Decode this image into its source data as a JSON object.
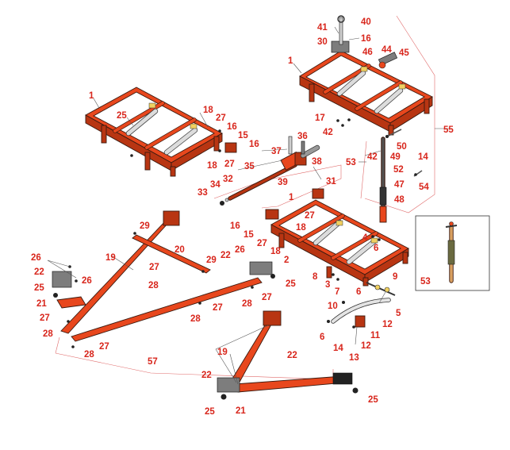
{
  "diagram": {
    "inset_label": "53",
    "callouts": [
      {
        "id": "c40",
        "text": "40"
      },
      {
        "id": "c41",
        "text": "41"
      },
      {
        "id": "c16a",
        "text": "16"
      },
      {
        "id": "c30",
        "text": "30"
      },
      {
        "id": "c46",
        "text": "46"
      },
      {
        "id": "c44",
        "text": "44"
      },
      {
        "id": "c45",
        "text": "45"
      },
      {
        "id": "c1a",
        "text": "1"
      },
      {
        "id": "c17",
        "text": "17"
      },
      {
        "id": "c42a",
        "text": "42"
      },
      {
        "id": "c55",
        "text": "55"
      },
      {
        "id": "c50",
        "text": "50"
      },
      {
        "id": "c42b",
        "text": "42"
      },
      {
        "id": "c49",
        "text": "49"
      },
      {
        "id": "c53",
        "text": "53"
      },
      {
        "id": "c52",
        "text": "52"
      },
      {
        "id": "c14a",
        "text": "14"
      },
      {
        "id": "c54",
        "text": "54"
      },
      {
        "id": "c47",
        "text": "47"
      },
      {
        "id": "c48",
        "text": "48"
      },
      {
        "id": "c1b",
        "text": "1"
      },
      {
        "id": "c25a",
        "text": "25"
      },
      {
        "id": "c18a",
        "text": "18"
      },
      {
        "id": "c27a",
        "text": "27"
      },
      {
        "id": "c16b",
        "text": "16"
      },
      {
        "id": "c15a",
        "text": "15"
      },
      {
        "id": "c16c",
        "text": "16"
      },
      {
        "id": "c18b",
        "text": "18"
      },
      {
        "id": "c27b",
        "text": "27"
      },
      {
        "id": "c36",
        "text": "36"
      },
      {
        "id": "c37",
        "text": "37"
      },
      {
        "id": "c38",
        "text": "38"
      },
      {
        "id": "c35",
        "text": "35"
      },
      {
        "id": "c39",
        "text": "39"
      },
      {
        "id": "c31",
        "text": "31"
      },
      {
        "id": "c32",
        "text": "32"
      },
      {
        "id": "c34",
        "text": "34"
      },
      {
        "id": "c33",
        "text": "33"
      },
      {
        "id": "c1c",
        "text": "1"
      },
      {
        "id": "c27c",
        "text": "27"
      },
      {
        "id": "c16d",
        "text": "16"
      },
      {
        "id": "c18c",
        "text": "18"
      },
      {
        "id": "c15b",
        "text": "15"
      },
      {
        "id": "c4",
        "text": "4"
      },
      {
        "id": "c6a",
        "text": "6"
      },
      {
        "id": "c27d",
        "text": "27"
      },
      {
        "id": "c18d",
        "text": "18"
      },
      {
        "id": "c2",
        "text": "2"
      },
      {
        "id": "c8",
        "text": "8"
      },
      {
        "id": "c3",
        "text": "3"
      },
      {
        "id": "c7",
        "text": "7"
      },
      {
        "id": "c9",
        "text": "9"
      },
      {
        "id": "c6b",
        "text": "6"
      },
      {
        "id": "c10",
        "text": "10"
      },
      {
        "id": "c5",
        "text": "5"
      },
      {
        "id": "c6c",
        "text": "6"
      },
      {
        "id": "c12a",
        "text": "12"
      },
      {
        "id": "c11",
        "text": "11"
      },
      {
        "id": "c14b",
        "text": "14"
      },
      {
        "id": "c12b",
        "text": "12"
      },
      {
        "id": "c13",
        "text": "13"
      },
      {
        "id": "c29a",
        "text": "29"
      },
      {
        "id": "c20",
        "text": "20"
      },
      {
        "id": "c29b",
        "text": "29"
      },
      {
        "id": "c19a",
        "text": "19"
      },
      {
        "id": "c27e",
        "text": "27"
      },
      {
        "id": "c28a",
        "text": "28"
      },
      {
        "id": "c26a",
        "text": "26"
      },
      {
        "id": "c22a",
        "text": "22"
      },
      {
        "id": "c26b",
        "text": "26"
      },
      {
        "id": "c22b",
        "text": "22"
      },
      {
        "id": "c25b",
        "text": "25"
      },
      {
        "id": "c26c",
        "text": "26"
      },
      {
        "id": "c25c",
        "text": "25"
      },
      {
        "id": "c21a",
        "text": "21"
      },
      {
        "id": "c27f",
        "text": "27"
      },
      {
        "id": "c28b",
        "text": "28"
      },
      {
        "id": "c27g",
        "text": "27"
      },
      {
        "id": "c28c",
        "text": "28"
      },
      {
        "id": "c27h",
        "text": "27"
      },
      {
        "id": "c28d",
        "text": "28"
      },
      {
        "id": "c28e",
        "text": "28"
      },
      {
        "id": "c27i",
        "text": "27"
      },
      {
        "id": "c57",
        "text": "57"
      },
      {
        "id": "c19b",
        "text": "19"
      },
      {
        "id": "c22c",
        "text": "22"
      },
      {
        "id": "c22d",
        "text": "22"
      },
      {
        "id": "c25d",
        "text": "25"
      },
      {
        "id": "c25e",
        "text": "25"
      },
      {
        "id": "c21b",
        "text": "21"
      }
    ]
  }
}
